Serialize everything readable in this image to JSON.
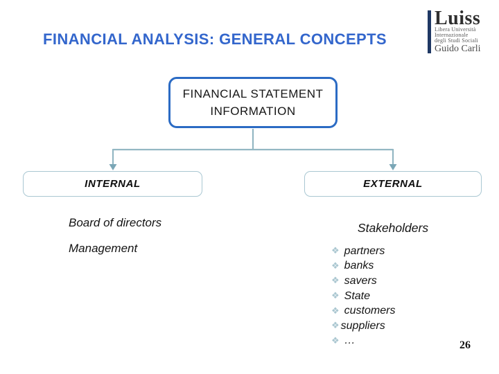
{
  "header": {
    "title": "FINANCIAL ANALYSIS: GENERAL CONCEPTS"
  },
  "logo": {
    "name": "Luiss",
    "subtitle_line1": "Libera Università",
    "subtitle_line2": "Internazionale",
    "subtitle_line3": "degli Studi Sociali",
    "subtitle_line4": "Guido Carli"
  },
  "diagram": {
    "root_line1": "FINANCIAL STATEMENT",
    "root_line2": "INFORMATION",
    "branches": [
      {
        "label": "INTERNAL"
      },
      {
        "label": "EXTERNAL"
      }
    ]
  },
  "internal": {
    "items": [
      "Board of directors",
      "Management"
    ]
  },
  "external": {
    "heading": "Stakeholders",
    "bullet_char": "❖",
    "items": [
      "partners",
      "banks",
      "savers",
      "State",
      "customers",
      "suppliers",
      "…"
    ]
  },
  "footer": {
    "page_number": "26"
  },
  "colors": {
    "title_blue": "#3366cc",
    "root_box_border": "#2b6bc4",
    "branch_box_border": "#a9c7d2",
    "connector_line": "#93b7c3",
    "arrow_fill": "#7aa6b6",
    "bullet": "#a9c6d0",
    "logo_bar_navy": "#1f3864",
    "body_text": "#141414"
  }
}
